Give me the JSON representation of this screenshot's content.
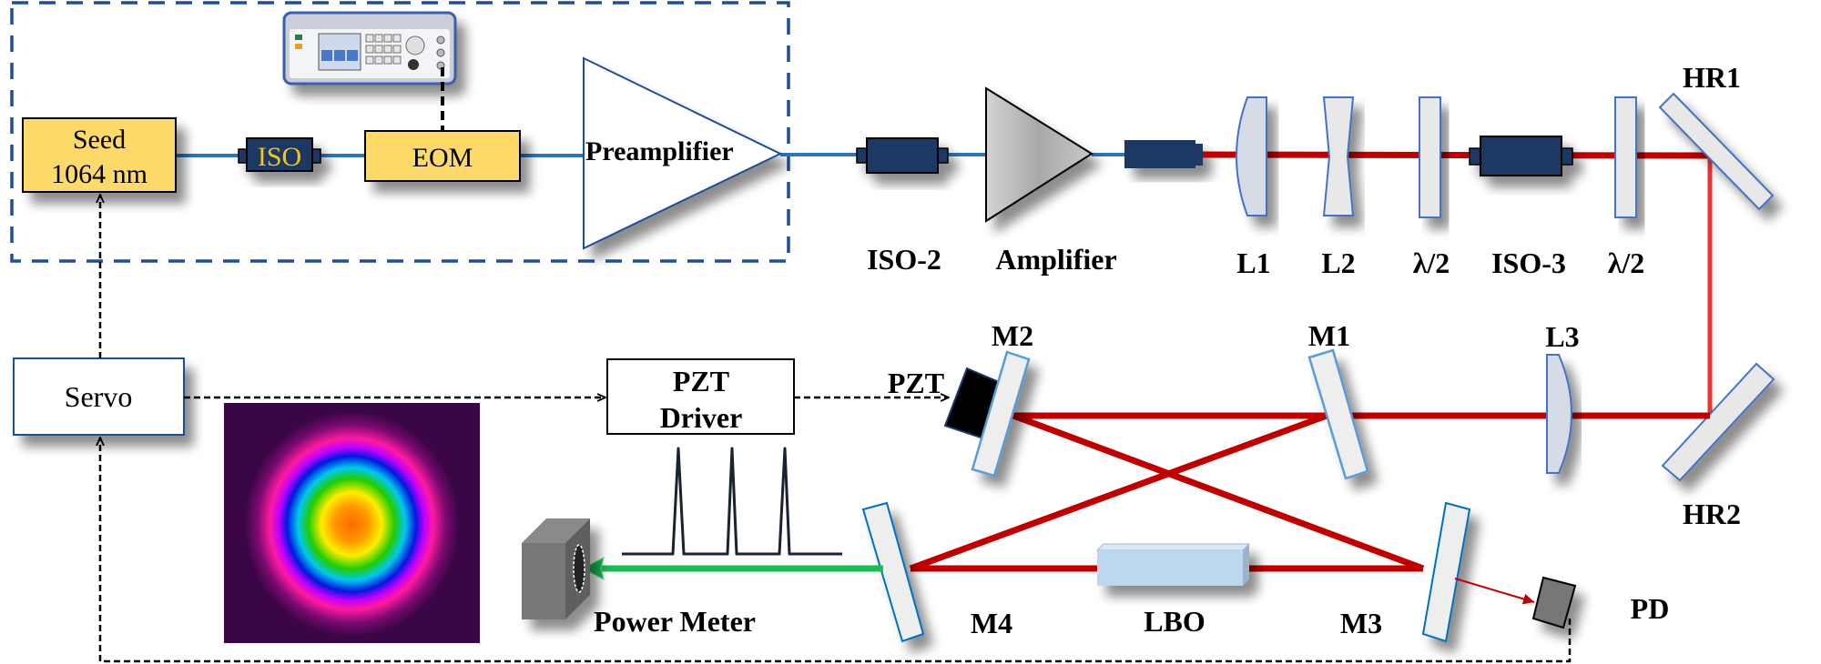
{
  "diagram": {
    "title": "",
    "seed_module": {
      "seed_line1": "Seed",
      "seed_line2": "1064 nm",
      "iso_label": "ISO",
      "eom_label": "EOM",
      "preamp_label": "Preamplifier"
    },
    "fiber_chain": {
      "iso2_label": "ISO-2",
      "amplifier_label": "Amplifier"
    },
    "free_space": {
      "l1_label": "L1",
      "l2_label": "L2",
      "hwp1_label": "λ/2",
      "iso3_label": "ISO-3",
      "hwp2_label": "λ/2",
      "hr1_label": "HR1",
      "hr2_label": "HR2",
      "l3_label": "L3"
    },
    "cavity": {
      "m1_label": "M1",
      "m2_label": "M2",
      "m3_label": "M3",
      "m4_label": "M4",
      "lbo_label": "LBO",
      "pzt_label": "PZT"
    },
    "electronics": {
      "servo_label": "Servo",
      "pzt_driver_line1": "PZT",
      "pzt_driver_line2": "Driver",
      "pd_label": "PD",
      "power_meter_label": "Power Meter"
    },
    "icons": {
      "signal_generator": "signal-generator-icon",
      "beam_profile": "beam-profile-image",
      "transmission_peaks": "transmission-peaks-icon"
    },
    "colors": {
      "module_fill": "#fdd96b",
      "dark_component": "#1f3864",
      "dashed_box": "#1f4e96",
      "fiber": "#2e75b6",
      "ir_beam": "#c00000",
      "green_beam": "#1db954",
      "optic_fill": "#e8e8e8",
      "optic_stroke": "#4472c4",
      "lbo_fill": "#bdd7ee"
    }
  }
}
